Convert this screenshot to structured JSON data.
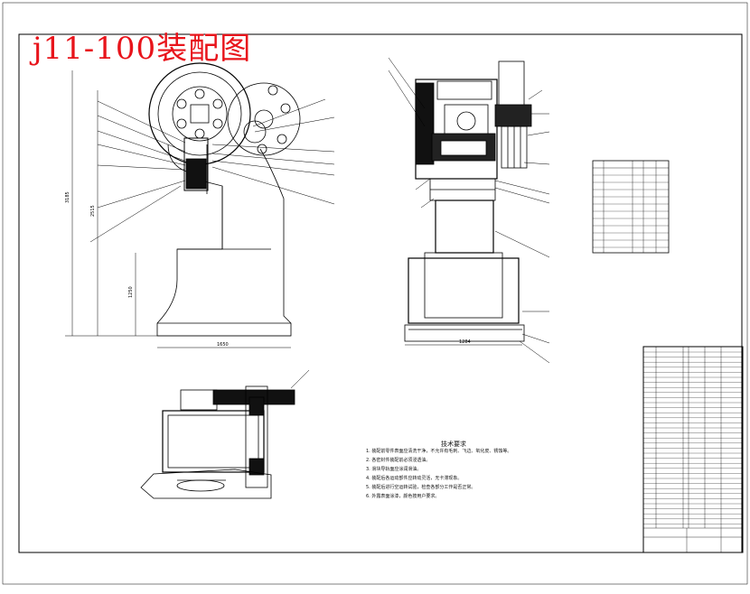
{
  "drawing": {
    "title": "j11-100装配图",
    "tech_requirements": {
      "heading": "技术要求",
      "lines": [
        "1. 装配前零件表面应清洗干净，不允许有毛刺、飞边、氧化皮、锈蚀等。",
        "2. 各密封件装配前必须浸透油。",
        "3. 滑块导轨面应涂润滑油。",
        "4. 装配后各运动部件应转动灵活，无卡滞现象。",
        "5. 装配后进行空运转试验，检查各部分工作是否正常。",
        "6. 外露表面涂漆，颜色按用户要求。"
      ]
    },
    "dimensions": {
      "total_height": "3185",
      "height_2": "2515",
      "height_3": "1250",
      "base_width": "1650",
      "front_width": "1284"
    },
    "colors": {
      "title": "#e8141b",
      "line": "#000000"
    }
  }
}
